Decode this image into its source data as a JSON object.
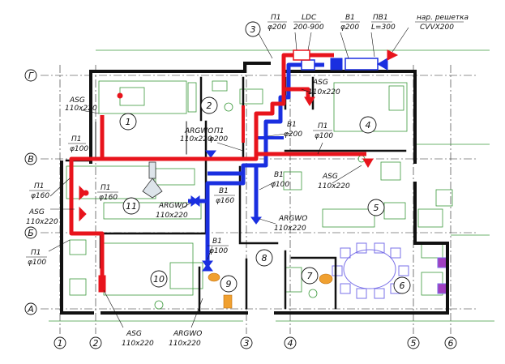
{
  "axes": {
    "rows": [
      "Г",
      "В",
      "Б",
      "А"
    ],
    "columns": [
      "1",
      "2",
      "3",
      "4",
      "5",
      "6"
    ]
  },
  "rooms": [
    "1",
    "2",
    "3",
    "4",
    "5",
    "6",
    "7",
    "8",
    "9",
    "10",
    "11"
  ],
  "top_labels": {
    "p1": "П1",
    "p1_dia": "φ200",
    "ldc": "LDC",
    "ldc_size": "200-900",
    "b1": "В1",
    "b1_dia": "φ200",
    "pv1": "ПВ1",
    "pv1_len": "L=300",
    "grille": "нар. решетка",
    "grille_model": "CVVX200"
  },
  "annotations": {
    "asg_r1": "ASG",
    "asg_r1_size": "110x220",
    "p1_r1": "П1",
    "p1_r1_dia": "φ100",
    "asg_top": "ASG",
    "asg_top_size": "110x220",
    "p1_mid": "П1",
    "p1_mid_dia": "φ200",
    "argwo_mid": "ARGWO",
    "argwo_mid_size": "110x220",
    "b1_mid": "В1",
    "b1_mid_dia": "φ200",
    "p1_r4": "П1",
    "p1_r4_dia": "φ100",
    "p1_left": "П1",
    "p1_left_dia": "φ160",
    "p1_r11": "П1",
    "p1_r11_dia": "φ160",
    "asg_left": "ASG",
    "asg_left_size": "110x220",
    "argwo_r11": "ARGWO",
    "argwo_r11_size": "110x220",
    "b1_r11": "В1",
    "b1_r11_dia": "φ160",
    "b1_r5": "В1",
    "b1_r5_dia": "φ100",
    "asg_r5": "ASG",
    "asg_r5_size": "110x220",
    "argwo_r5": "ARGWO",
    "argwo_r5_size": "110x220",
    "p1_lowleft": "П1",
    "p1_lowleft_dia": "φ100",
    "b1_low": "В1",
    "b1_low_dia": "φ100",
    "asg_bottom": "ASG",
    "asg_bottom_size": "110x220",
    "argwo_bottom": "ARGWO",
    "argwo_bottom_size": "110x220"
  },
  "colors": {
    "supply": "#e8141c",
    "exhaust": "#1a2fe0",
    "furniture": "#3c9a3c",
    "dining": "#7a70e8",
    "wall": "#111111"
  }
}
